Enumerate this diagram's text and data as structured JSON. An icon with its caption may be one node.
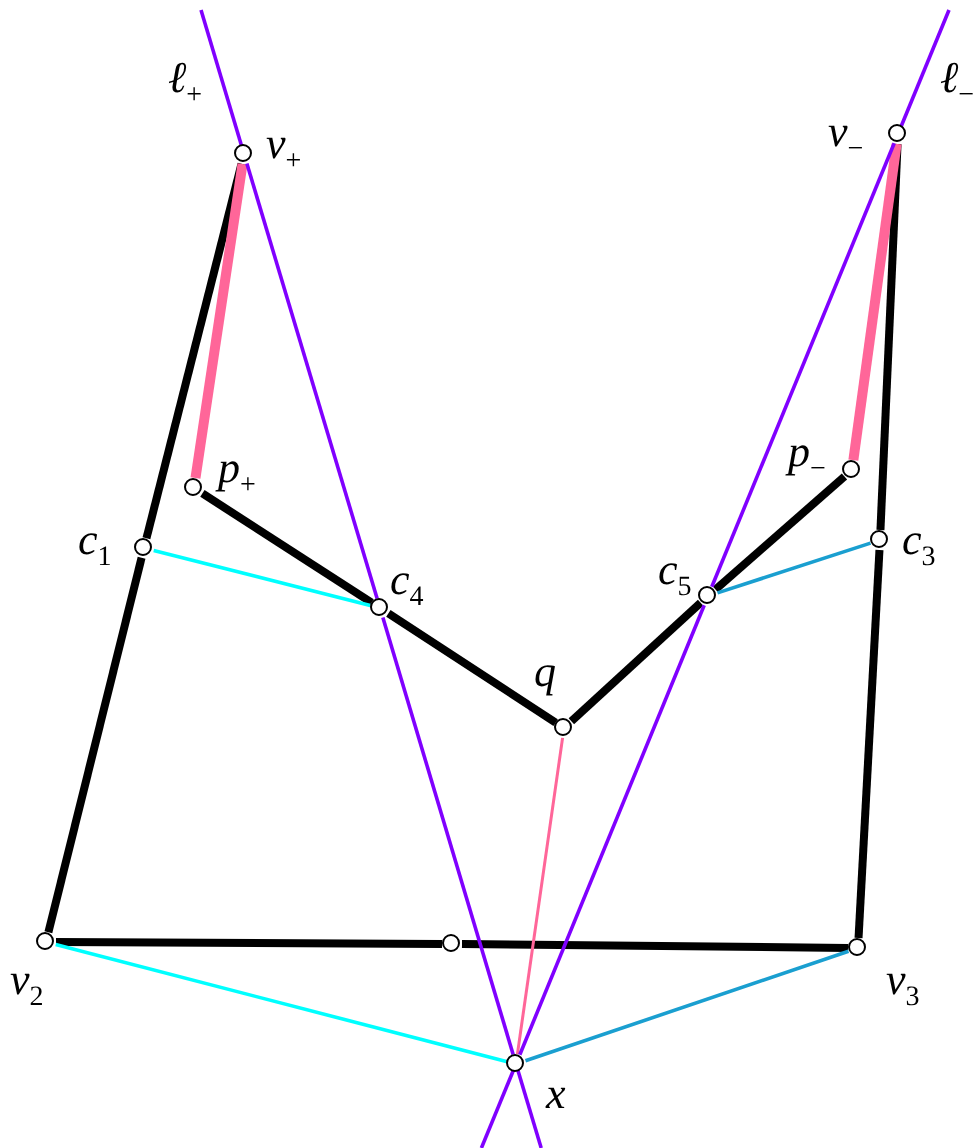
{
  "diagram": {
    "nodes": [
      {
        "text": [
          "v$_{+}$"
        ]
      },
      {
        "text": [
          "v$_{−}$"
        ]
      },
      {
        "text": [
          "p$_{+}$"
        ]
      },
      {
        "text": [
          "p$_{−}$"
        ]
      },
      {
        "text": [
          "c$_{1}$"
        ]
      },
      {
        "text": [
          "c$_{3}$"
        ]
      },
      {
        "text": [
          "c$_{4}$"
        ]
      },
      {
        "text": [
          "c$_{5}$"
        ]
      },
      {
        "text": [
          "q"
        ]
      },
      {
        "text": [
          "v$_{2}$"
        ]
      },
      {
        "text": [],
        "shape": "circle"
      },
      {
        "text": [
          "v$_{3}$"
        ]
      },
      {
        "text": [
          "x"
        ]
      }
    ],
    "edges": [
      {
        "from": 0,
        "to": 4,
        "arrow": "none"
      },
      {
        "from": 4,
        "to": 9,
        "arrow": "none"
      },
      {
        "from": 9,
        "to": 10,
        "arrow": "none"
      },
      {
        "from": 10,
        "to": 11,
        "arrow": "none"
      },
      {
        "from": 11,
        "to": 5,
        "arrow": "none"
      },
      {
        "from": 5,
        "to": 1,
        "arrow": "none"
      },
      {
        "from": 2,
        "to": 6,
        "arrow": "none"
      },
      {
        "from": 6,
        "to": 8,
        "arrow": "none"
      },
      {
        "from": 8,
        "to": 7,
        "arrow": "none"
      },
      {
        "from": 7,
        "to": 3,
        "arrow": "none"
      },
      {
        "from": 0,
        "to": 2,
        "arrow": "none",
        "color": "#ff6699"
      },
      {
        "from": 1,
        "to": 3,
        "arrow": "none",
        "color": "#ff6699"
      },
      {
        "from": 8,
        "to": 12,
        "arrow": "none",
        "color": "#ff6699"
      },
      {
        "from": 4,
        "to": 6,
        "arrow": "none",
        "color": "#00ffff"
      },
      {
        "from": 9,
        "to": 12,
        "arrow": "none",
        "color": "#00ffff"
      },
      {
        "from": 7,
        "to": 5,
        "arrow": "none",
        "color": "#1a9fd0"
      },
      {
        "from": 12,
        "to": 11,
        "arrow": "none",
        "color": "#1a9fd0"
      },
      {
        "from": 0,
        "to": 6,
        "arrow": "none",
        "color": "#8000ff"
      },
      {
        "from": 6,
        "to": 12,
        "arrow": "none",
        "color": "#8000ff"
      },
      {
        "from": 1,
        "to": 7,
        "arrow": "none",
        "color": "#8000ff"
      },
      {
        "from": 7,
        "to": 12,
        "arrow": "none",
        "color": "#8000ff"
      }
    ],
    "labels": [
      "ℓ$_{+}$",
      "ℓ$_{−}$"
    ]
  }
}
